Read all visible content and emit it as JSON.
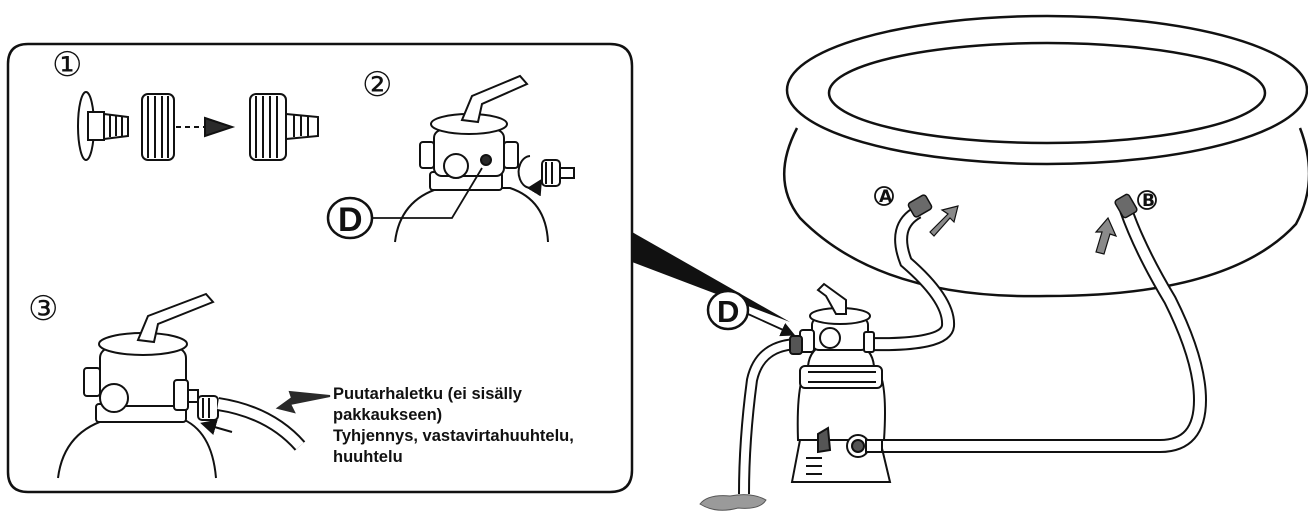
{
  "steps": {
    "step1": "①",
    "step2": "②",
    "step3": "③"
  },
  "markers": {
    "d_inset": "D",
    "d_main": "D",
    "a": "A",
    "b": "B"
  },
  "caption": {
    "line1": "Puutarhaletku (ei sisälly",
    "line2": "pakkaukseen)",
    "line3": "Tyhjennys, vastavirtahuuhtelu,",
    "line4": "huuhtelu"
  },
  "colors": {
    "stroke": "#1a1a1a",
    "arrow_fill": "#8a8a8a",
    "dark_fill": "#2a2a2a",
    "puddle": "#9a9a9a"
  }
}
